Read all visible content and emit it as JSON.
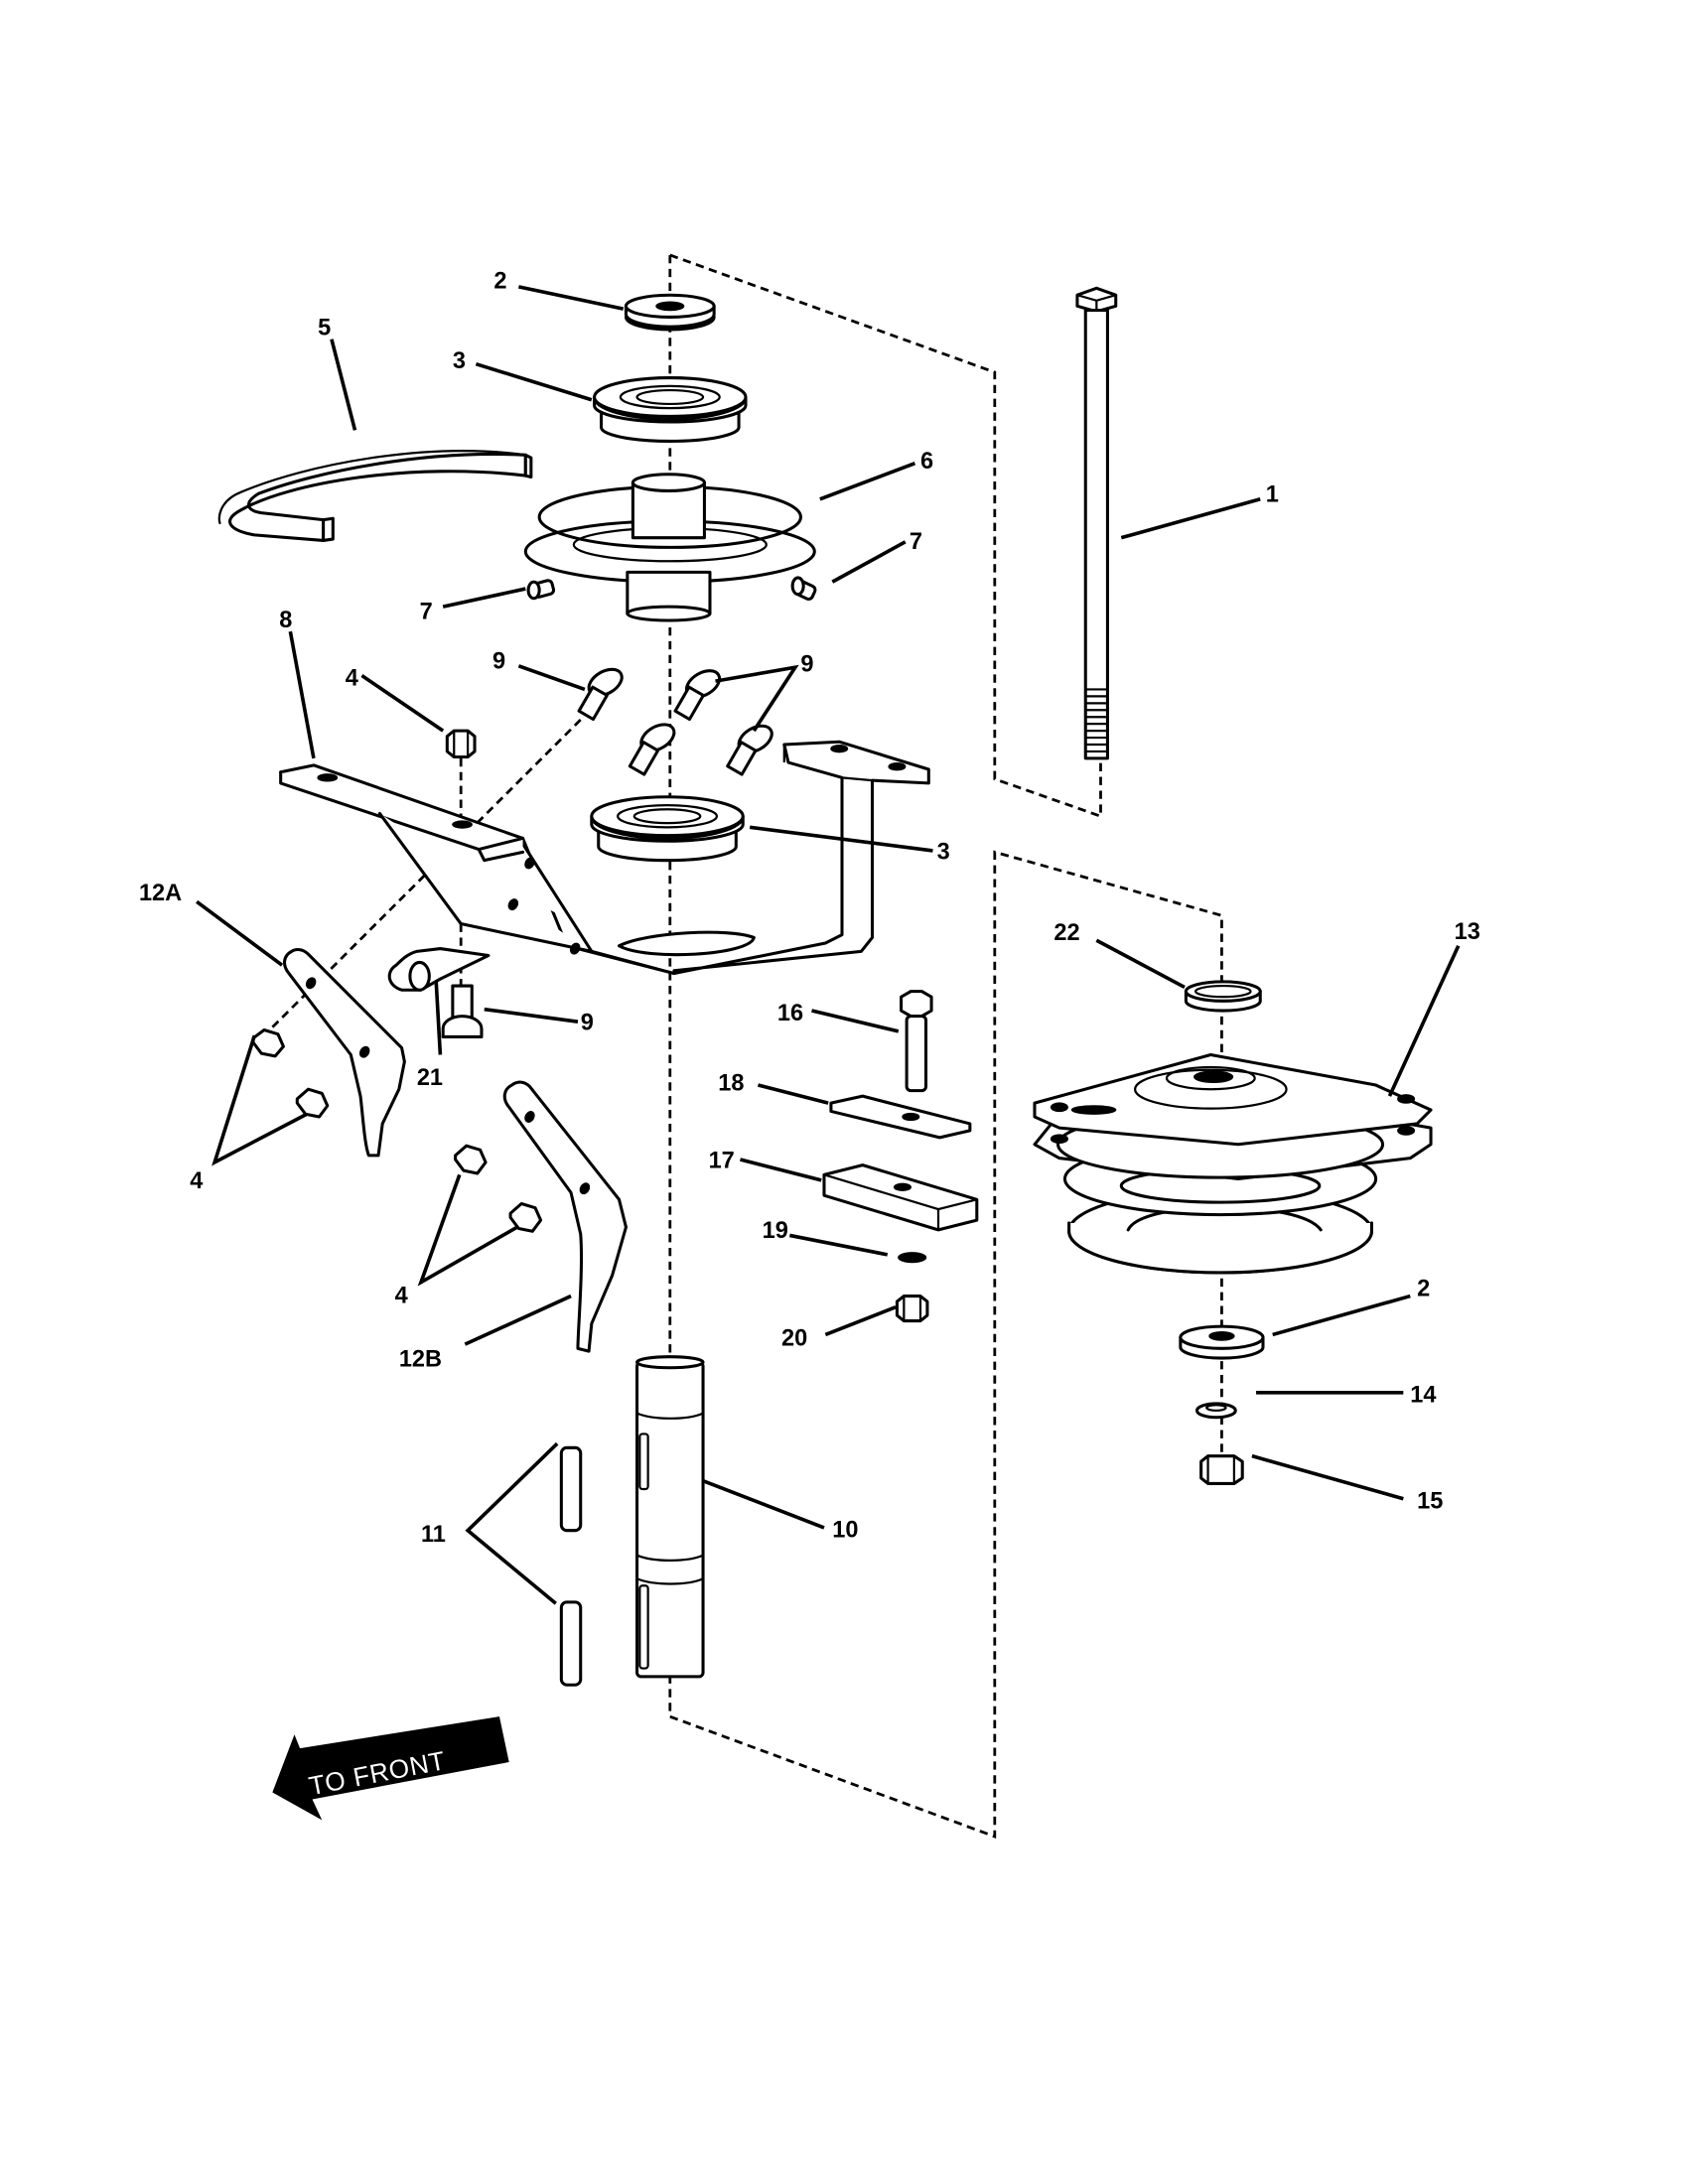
{
  "diagram": {
    "type": "exploded parts diagram",
    "direction_indicator": "TO FRONT",
    "callouts": [
      {
        "id": "1",
        "label": "1",
        "part": "long hex bolt"
      },
      {
        "id": "2a",
        "label": "2",
        "part": "flat washer (top)"
      },
      {
        "id": "2b",
        "label": "2",
        "part": "flat washer (clutch)"
      },
      {
        "id": "3a",
        "label": "3",
        "part": "bearing (top)"
      },
      {
        "id": "3b",
        "label": "3",
        "part": "bearing (bracket)"
      },
      {
        "id": "4a",
        "label": "4",
        "part": "flange nut (bracket top)"
      },
      {
        "id": "4b",
        "label": "4",
        "part": "flange nuts (12A)"
      },
      {
        "id": "4c",
        "label": "4",
        "part": "flange nuts (12B)"
      },
      {
        "id": "5",
        "label": "5",
        "part": "belt guard ring"
      },
      {
        "id": "6",
        "label": "6",
        "part": "pulley"
      },
      {
        "id": "7a",
        "label": "7",
        "part": "set screw (left)"
      },
      {
        "id": "7b",
        "label": "7",
        "part": "set screw (right)"
      },
      {
        "id": "8",
        "label": "8",
        "part": "mounting bracket"
      },
      {
        "id": "9a",
        "label": "9",
        "part": "carriage bolt (single)"
      },
      {
        "id": "9b",
        "label": "9",
        "part": "carriage bolts (group)"
      },
      {
        "id": "9c",
        "label": "9",
        "part": "carriage bolt (lower)"
      },
      {
        "id": "10",
        "label": "10",
        "part": "shaft"
      },
      {
        "id": "11",
        "label": "11",
        "part": "keys"
      },
      {
        "id": "12A",
        "label": "12A",
        "part": "belt guide A"
      },
      {
        "id": "12B",
        "label": "12B",
        "part": "belt guide B"
      },
      {
        "id": "13",
        "label": "13",
        "part": "electric clutch"
      },
      {
        "id": "14",
        "label": "14",
        "part": "lock washer"
      },
      {
        "id": "15",
        "label": "15",
        "part": "hex nut"
      },
      {
        "id": "16",
        "label": "16",
        "part": "hex bolt"
      },
      {
        "id": "17",
        "label": "17",
        "part": "spacer block"
      },
      {
        "id": "18",
        "label": "18",
        "part": "plate"
      },
      {
        "id": "19",
        "label": "19",
        "part": "lock washer"
      },
      {
        "id": "20",
        "label": "20",
        "part": "hex nut"
      },
      {
        "id": "21",
        "label": "21",
        "part": "wire clip"
      },
      {
        "id": "22",
        "label": "22",
        "part": "spacer washer"
      }
    ]
  }
}
